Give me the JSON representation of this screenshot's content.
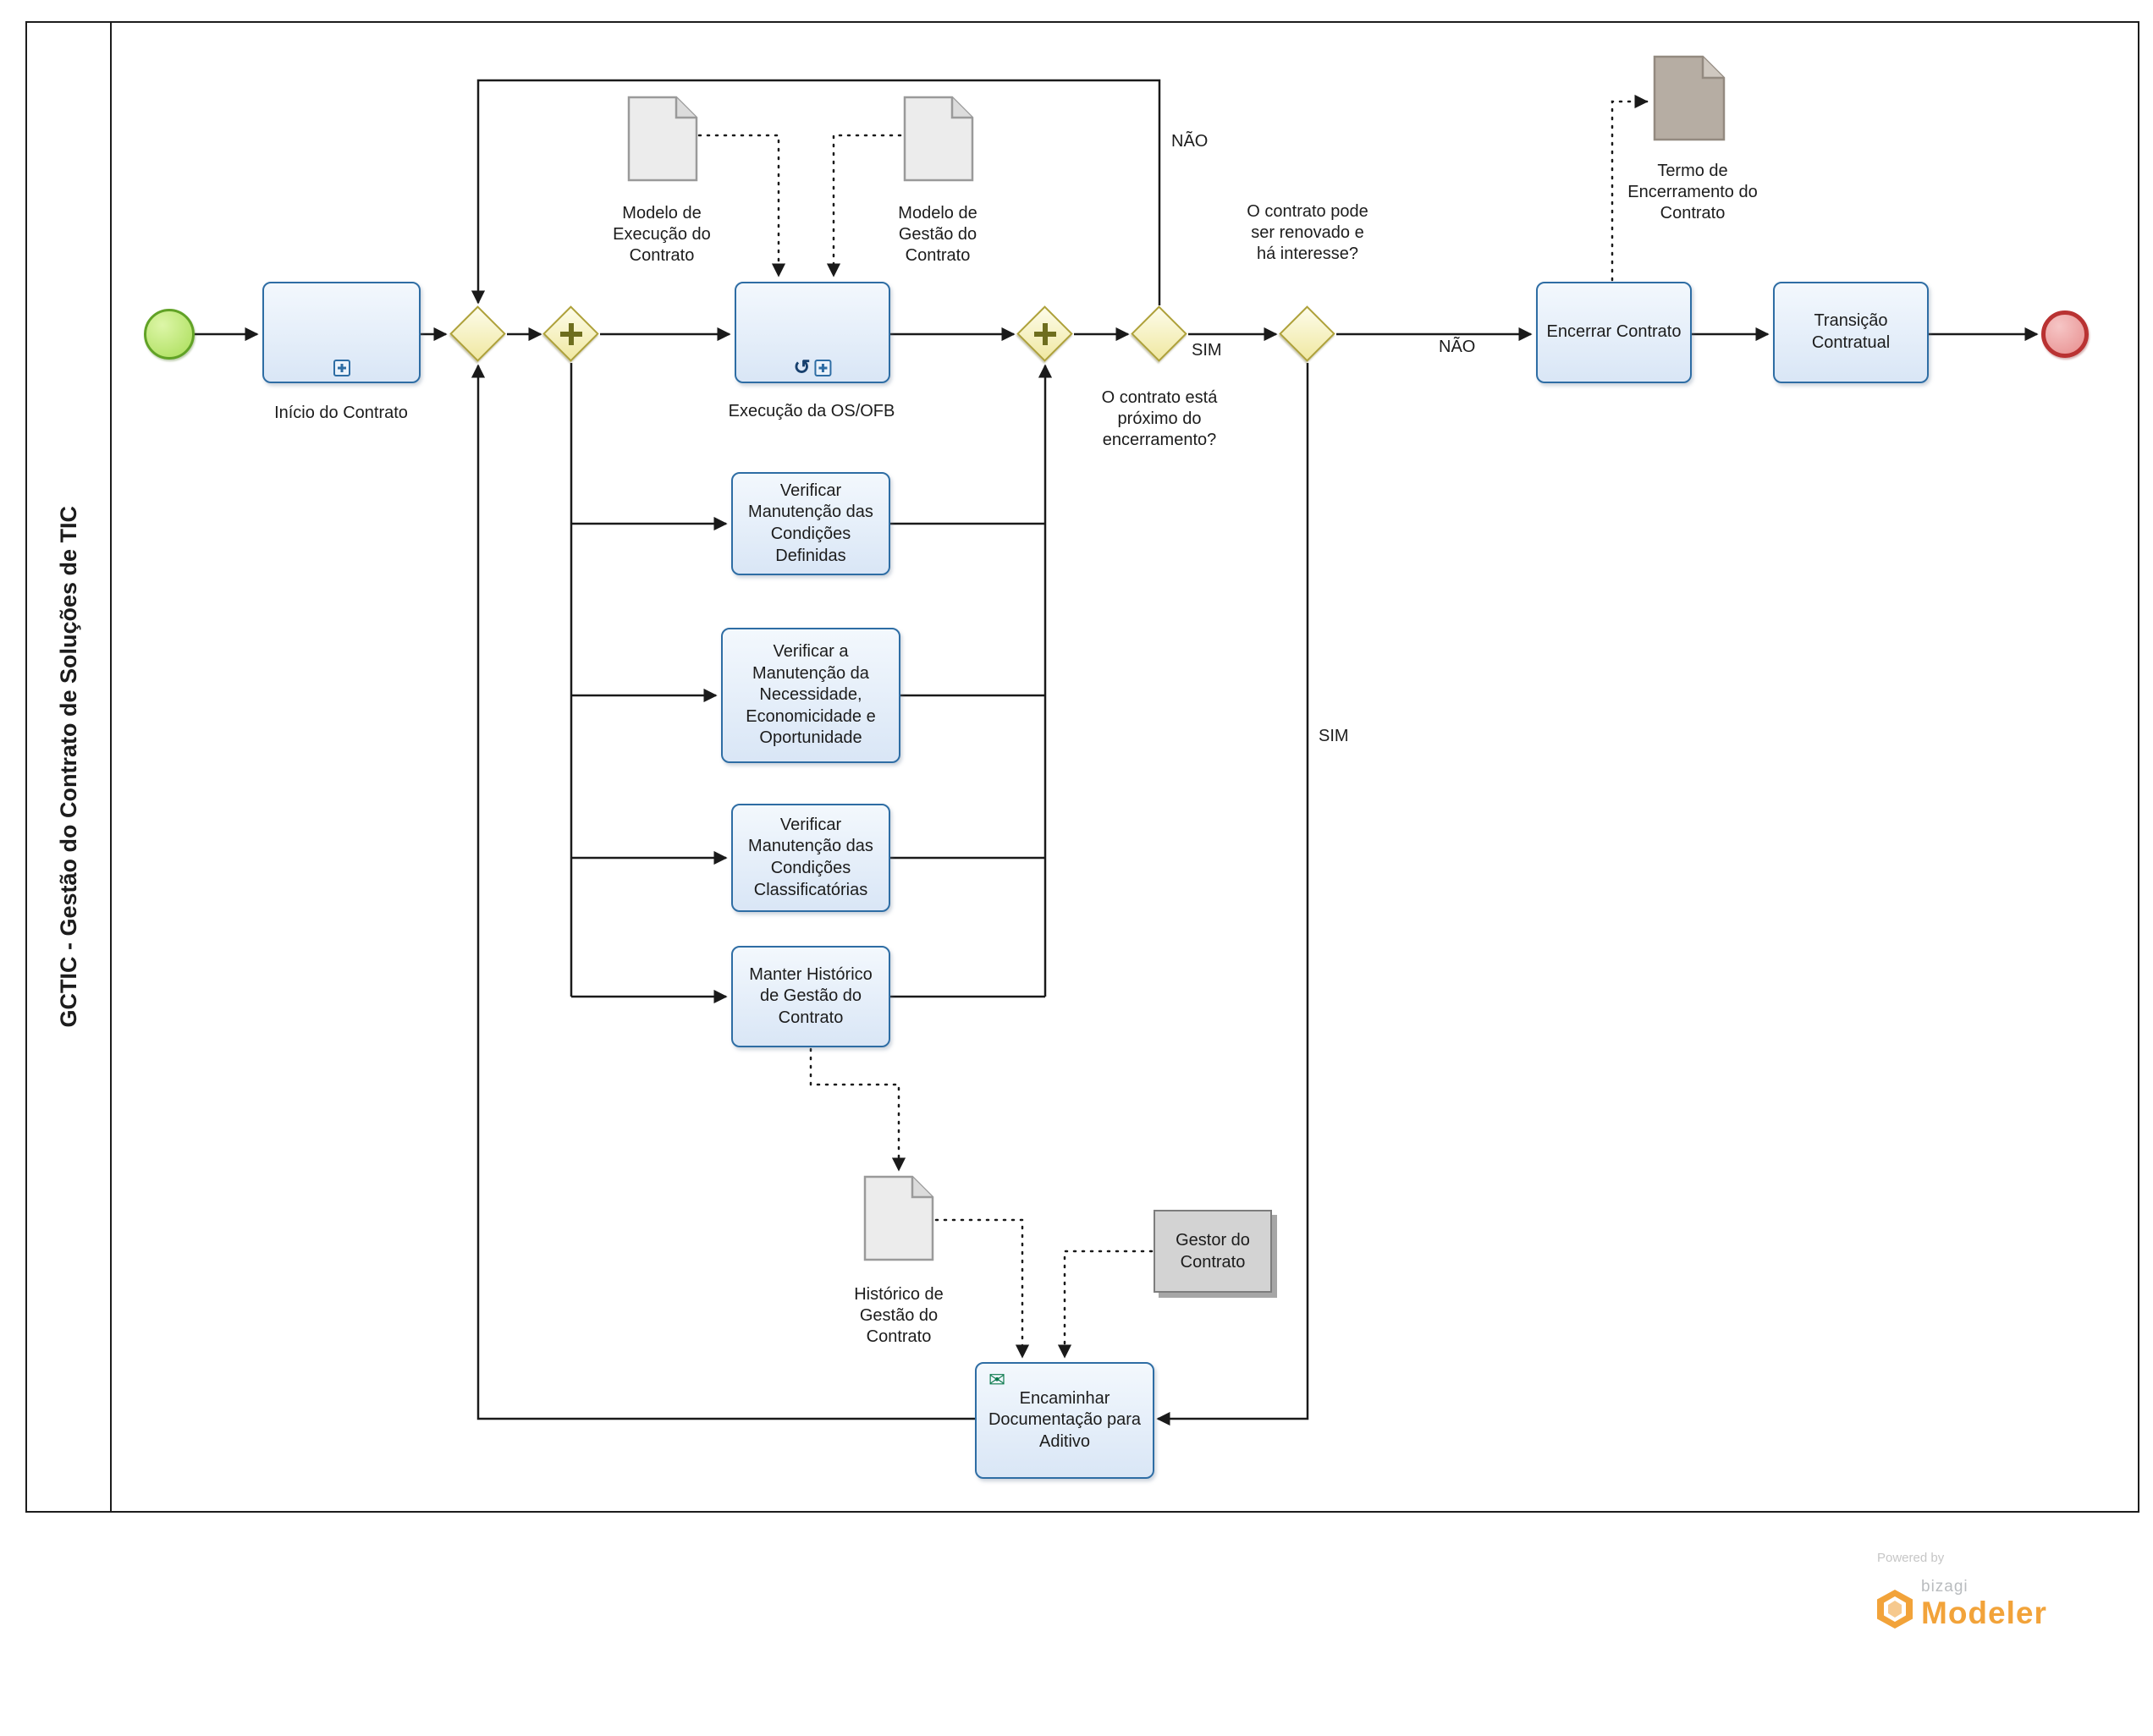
{
  "pool": {
    "title": "GCTIC - Gestão do Contrato de Soluções de TIC"
  },
  "tasks": {
    "inicio": "Início do Contrato",
    "execucao": "Execução da OS/OFB",
    "verificar_definidas": "Verificar Manutenção das Condições Definidas",
    "verificar_necessidade": "Verificar a Manutenção da Necessidade, Economicidade e Oportunidade",
    "verificar_classificatorias": "Verificar Manutenção das Condições Classificatórias",
    "manter_historico": "Manter Histórico de Gestão do Contrato",
    "encerrar": "Encerrar Contrato",
    "transicao": "Transição Contratual",
    "encaminhar": "Encaminhar Documentação para Aditivo"
  },
  "gateways": {
    "proximo_encerramento": "O contrato está próximo do encerramento?",
    "renovado_interesse": "O contrato pode ser renovado e há interesse?"
  },
  "flow_labels": {
    "nao_loop": "NÃO",
    "sim_proximo": "SIM",
    "nao_renovado": "NÃO",
    "sim_renovado": "SIM"
  },
  "data_objects": {
    "modelo_execucao": "Modelo de Execução do Contrato",
    "modelo_gestao": "Modelo de Gestão do Contrato",
    "termo_encerramento": "Termo de Encerramento do Contrato",
    "historico_gestao": "Histórico de Gestão do Contrato"
  },
  "artifacts": {
    "gestor_contrato": "Gestor do Contrato"
  },
  "icons": {
    "loop": "↺",
    "message": "✉"
  },
  "branding": {
    "powered_by": "Powered by",
    "brand": "bizagi",
    "product": "Modeler"
  },
  "colors": {
    "task_border": "#2e6da4",
    "task_fill": "#dce8f7",
    "gateway_border": "#aea139",
    "gateway_fill": "#f0e8a2",
    "start_fill": "#a9dd57",
    "start_border": "#61a226",
    "end_fill": "#e78d8d",
    "end_border": "#b93232",
    "doc_fill": "#ececec",
    "termo_fill": "#b6ada3",
    "brand_orange": "#f2a33a"
  }
}
